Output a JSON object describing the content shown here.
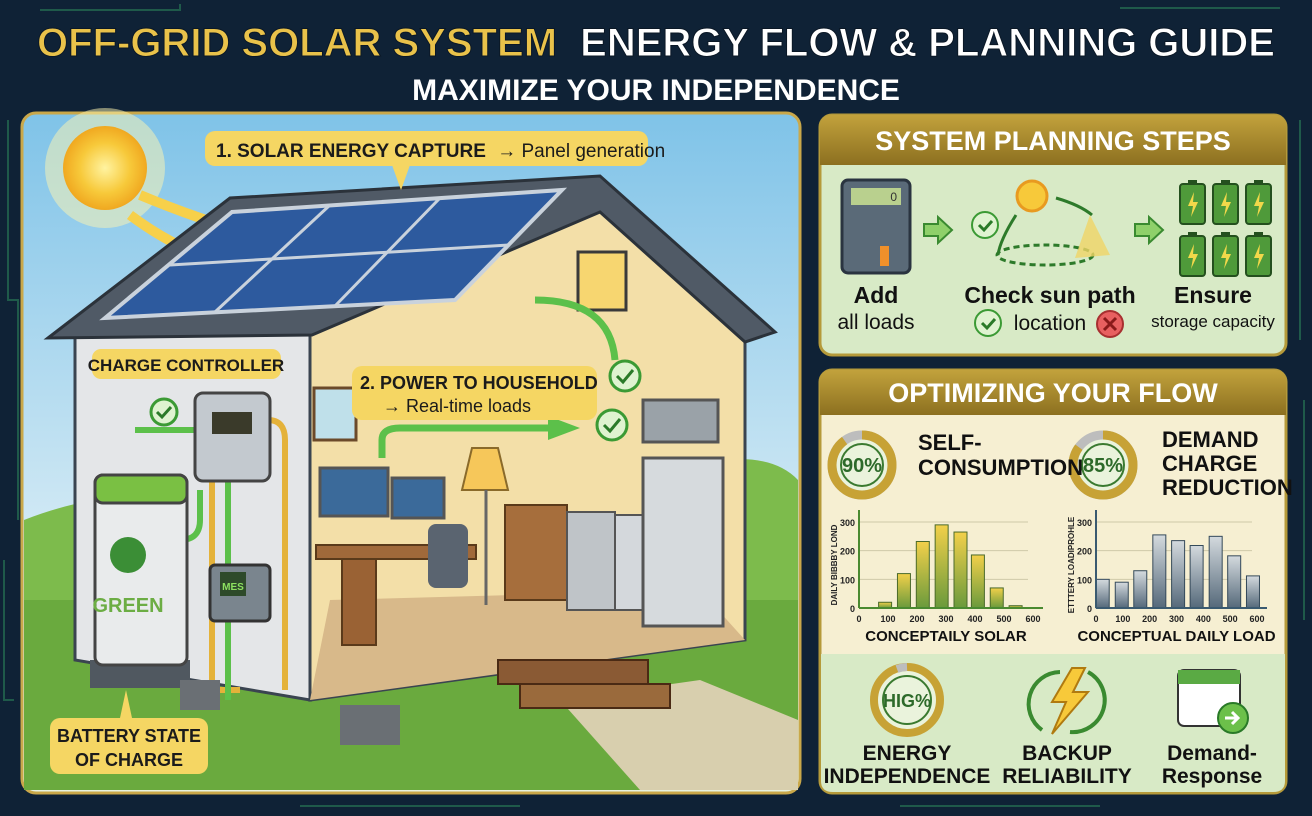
{
  "header": {
    "title_highlight": "OFF-GRID SOLAR SYSTEM",
    "title_rest": "ENERGY FLOW & PLANNING GUIDE",
    "subtitle": "MAXIMIZE YOUR INDEPENDENCE"
  },
  "colors": {
    "background": "#0f2236",
    "title_gold": "#e9c24a",
    "label_yellow": "#f5d663",
    "panel_green": "#d8eac6",
    "panel_cream": "#f6efd2",
    "header_gold": "#a88a2c",
    "flow_green": "#5cc04a",
    "wire_yellow": "#e4b23a"
  },
  "illustration": {
    "callout_solar": {
      "bold": "1. SOLAR ENERGY CAPTURE",
      "rest": "→ Panel generation"
    },
    "callout_controller": "CHARGE CONTROLLER",
    "callout_household": {
      "bold": "2. POWER TO HOUSEHOLD",
      "rest": "→ Real-time loads"
    },
    "callout_battery": {
      "line1": "BATTERY STATE",
      "line2": "OF CHARGE"
    },
    "battery_brand": "GREEN",
    "meter_display": "MES",
    "icons": [
      "sun-icon",
      "solar-panel-icon",
      "charge-controller-icon",
      "battery-icon",
      "meter-icon",
      "check-icon",
      "monitor-icon",
      "lamp-icon",
      "microwave-icon",
      "fridge-icon",
      "stove-icon"
    ]
  },
  "planning": {
    "title": "SYSTEM PLANNING STEPS",
    "calculator_display": "0",
    "steps": [
      {
        "bold": "Add",
        "rest": "all loads",
        "icon": "calculator-icon"
      },
      {
        "bold": "Check sun path",
        "rest": "location",
        "icon": "sun-path-icon"
      },
      {
        "bold": "Ensure",
        "rest": "storage capacity",
        "icon": "batteries-icon"
      }
    ]
  },
  "optimizing": {
    "title": "OPTIMIZING YOUR FLOW",
    "gauges": [
      {
        "value_label": "90%",
        "value": 90,
        "label_lines": [
          "SELF-",
          "CONSUMPTION"
        ]
      },
      {
        "value_label": "85%",
        "value": 85,
        "label_lines": [
          "DEMAND",
          "CHARGE",
          "REDUCTION"
        ]
      }
    ],
    "benefits": [
      {
        "gauge_label": "HIG%",
        "lines": [
          "ENERGY",
          "INDEPENDENCE"
        ],
        "icon": "gauge-icon"
      },
      {
        "lines": [
          "BACKUP",
          "RELIABILITY"
        ],
        "icon": "lightning-cycle-icon"
      },
      {
        "lines": [
          "Demand-",
          "Response"
        ],
        "icon": "calendar-arrow-icon"
      }
    ]
  },
  "chart_data": [
    {
      "type": "bar",
      "title": "",
      "xlabel": "CONCEPTAILY SOLAR",
      "ylabel": "DAILY BIBBBY LOND",
      "x": [
        90,
        155,
        220,
        285,
        350,
        410,
        475,
        540
      ],
      "values": [
        20,
        120,
        232,
        290,
        265,
        185,
        70,
        8
      ],
      "xlim": [
        0,
        600
      ],
      "ylim": [
        0,
        300
      ],
      "xticks": [
        "0",
        "100",
        "200",
        "300",
        "400",
        "500",
        "600"
      ],
      "yticks": [
        "0",
        "100",
        "200",
        "300"
      ],
      "grid": true,
      "color": "#e2c23c"
    },
    {
      "type": "bar",
      "title": "",
      "xlabel": "CONCEPTUAL DAILY LOAD",
      "ylabel": "ETTTERY LOADIPROHLE",
      "x": [
        25,
        96,
        165,
        236,
        306,
        375,
        446,
        515,
        585
      ],
      "values": [
        100,
        90,
        130,
        255,
        235,
        218,
        250,
        182,
        112
      ],
      "xlim": [
        0,
        600
      ],
      "ylim": [
        0,
        300
      ],
      "xticks": [
        "0",
        "100",
        "200",
        "300",
        "400",
        "500",
        "600"
      ],
      "yticks": [
        "0",
        "100",
        "200",
        "300"
      ],
      "grid": true,
      "color": "#9aa6b0"
    }
  ]
}
